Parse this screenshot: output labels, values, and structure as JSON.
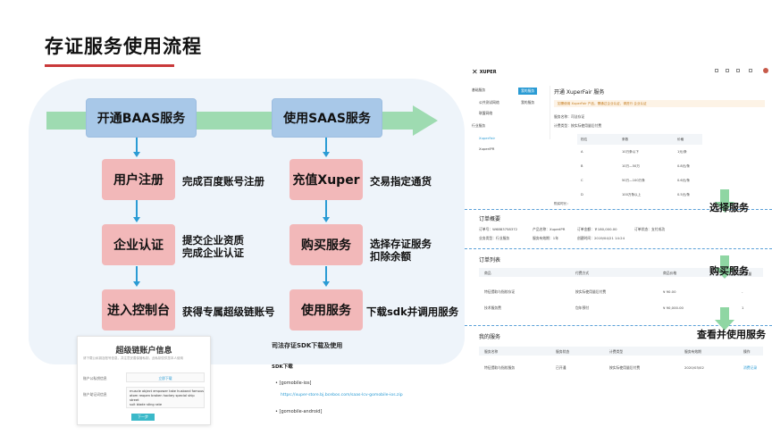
{
  "title": "存证服务使用流程",
  "flow": {
    "top_left": "开通BAAS服务",
    "top_right": "使用SAAS服务",
    "left_steps": [
      {
        "label": "用户注册",
        "desc": [
          "完成百度账号注册"
        ]
      },
      {
        "label": "企业认证",
        "desc": [
          "提交企业资质",
          "完成企业认证"
        ]
      },
      {
        "label": "进入控制台",
        "desc": [
          "获得专属超级链账号"
        ]
      }
    ],
    "right_steps": [
      {
        "label": "充值Xuper",
        "desc": [
          "交易指定通货"
        ]
      },
      {
        "label": "购买服务",
        "desc": [
          "选择存证服务",
          "扣除余额"
        ]
      },
      {
        "label": "使用服务",
        "desc": [
          "下载sdk并调用服务"
        ]
      }
    ]
  },
  "account_card": {
    "title": "超级链账户信息",
    "subtitle": "请下载公私钥及账号信息，并注意妥善保管私钥，此私钥仅供您本人使用",
    "field1_label": "账户公私钥信息",
    "field1_link": "立即下载",
    "field2_label": "账户助记词信息",
    "mnemonic": [
      "muscle object empower take husband famous",
      "atom reopen broken hockey special ship street",
      "suit blade sting rate"
    ],
    "button": "下一步"
  },
  "sdk_card": {
    "title": "司法存证SDK下载及使用",
    "subtitle": "SDK下载",
    "items": [
      "[gomobile-ios]",
      "[gomobile-android]"
    ],
    "url": "https://xuper-store.bj.bcebos.com/saas-lcv-gomobile-ios.zip"
  },
  "console": {
    "logo": "XUPER",
    "sidebar": [
      "基础服务",
      "公共测试网络",
      "联盟网络",
      "行业服务"
    ],
    "sidebar_sub": [
      "XuperFair",
      "XuperIPR"
    ],
    "subnav": [
      "我的服务",
      "我的服务"
    ],
    "panel_title": "开通 XuperFair 服务",
    "notice": "如需使用 XuperFair 产品，需通过企业认证，请进行 企业认证",
    "kv": [
      {
        "k": "服务名称：",
        "v": "司法存证"
      },
      {
        "k": "计费类型：",
        "v": "按实际使用量后付费"
      }
    ],
    "tier_head": [
      "档位",
      "条数",
      "价格"
    ],
    "tiers": [
      [
        "A",
        "10万条以下",
        "1元/条"
      ],
      [
        "B",
        "10万—50万",
        "0.8元/条"
      ],
      [
        "C",
        "50万—100万条",
        "0.6元/条"
      ],
      [
        "D",
        "100万条以上",
        "0.5元/条"
      ]
    ],
    "price_select": "购买时长：",
    "order_overview": {
      "title": "订单概要",
      "line1": [
        "订单号：W6883758372",
        "产品名称：XuperIPR",
        "订单金额：￥180,000.00",
        "订单状态：支付成功"
      ],
      "line2": [
        "业务类型：行业服务",
        "服务有效期：1年",
        "创建时间：2019/04/21 14:24"
      ]
    },
    "order_list": {
      "title": "订单列表",
      "head": [
        "商品",
        "付费方式",
        "商品价格",
        "商品数量"
      ],
      "rows": [
        [
          "特征提取与指纹存证",
          "按实际使用量后付费",
          "¥ 90.00",
          "-"
        ],
        [
          "技术服务费",
          "包年预付",
          "¥ 90,000.00",
          "1"
        ]
      ]
    },
    "my_services": {
      "title": "我的服务",
      "head": [
        "服务名称",
        "服务状态",
        "计费类型",
        "服务有效期",
        "操作"
      ],
      "rows": [
        [
          "特征提取与指纹服务",
          "已开通",
          "按实际使用量后付费",
          "2020/03/02",
          "消费记录"
        ]
      ]
    }
  },
  "callouts": [
    "选择服务",
    "购买服务",
    "查看并使用服务"
  ],
  "colors": {
    "accent_red": "#c9393a",
    "flow_blue": "#a8c8e8",
    "step_pink": "#f2b8b9",
    "arrow_green": "#8fd6a3",
    "link_blue": "#2a9bd4"
  }
}
